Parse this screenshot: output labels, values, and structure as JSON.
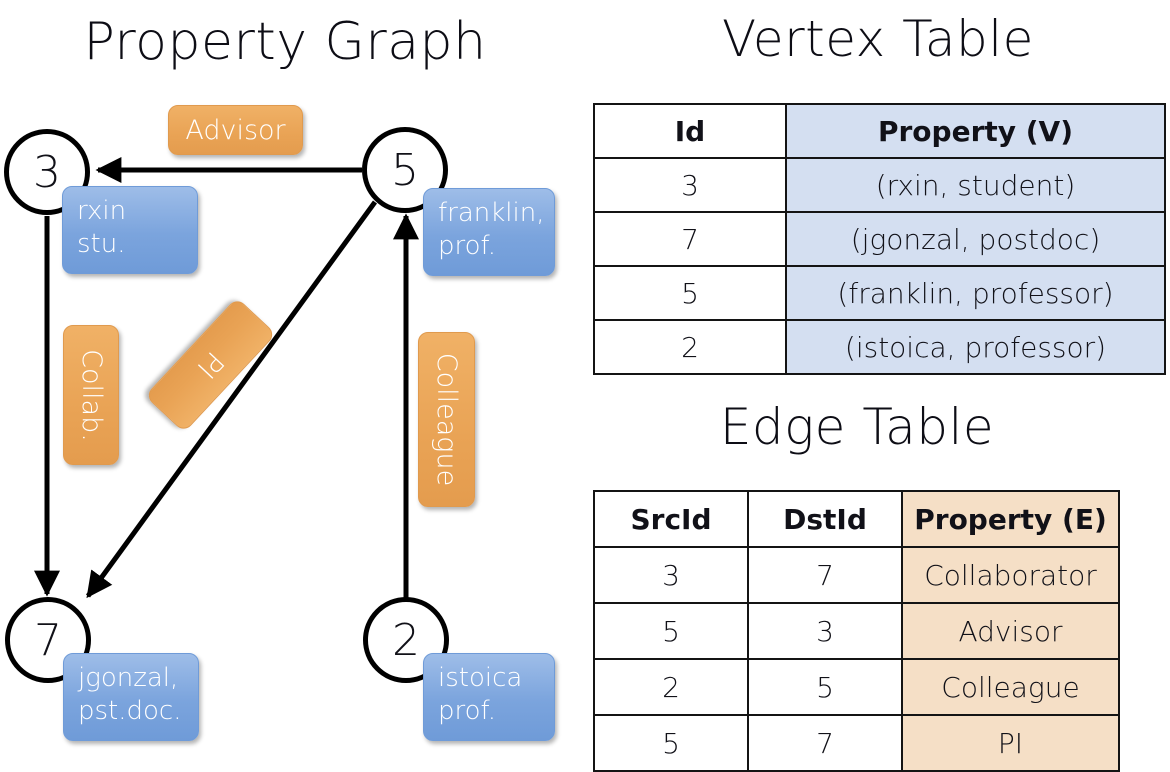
{
  "titles": {
    "property_graph": "Property Graph",
    "vertex_table": "Vertex Table",
    "edge_table": "Edge Table"
  },
  "colors": {
    "vertex_property_fill": "#d4dff1",
    "edge_property_fill": "#f5dfc6",
    "node_property_box": "#7ba4dd",
    "edge_label_box": "#e9a355",
    "stroke": "#000000"
  },
  "graph": {
    "nodes": [
      {
        "id": "3",
        "property_label": "rxin\nstu.",
        "property_line1": "rxin",
        "property_line2": "stu."
      },
      {
        "id": "5",
        "property_label": "franklin,\nprof.",
        "property_line1": "franklin,",
        "property_line2": "prof."
      },
      {
        "id": "7",
        "property_label": "jgonzal,\npst.doc.",
        "property_line1": "jgonzal,",
        "property_line2": "pst.doc."
      },
      {
        "id": "2",
        "property_label": "istoica\nprof.",
        "property_line1": "istoica",
        "property_line2": "prof."
      }
    ],
    "edge_labels": {
      "advisor": "Advisor",
      "collab": "Collab.",
      "pi": "PI",
      "colleague": "Colleague"
    },
    "edges": [
      {
        "from": "5",
        "to": "3",
        "label": "Advisor"
      },
      {
        "from": "3",
        "to": "7",
        "label": "Collab."
      },
      {
        "from": "5",
        "to": "7",
        "label": "PI"
      },
      {
        "from": "2",
        "to": "5",
        "label": "Colleague"
      }
    ]
  },
  "vertex_table": {
    "headers": {
      "id": "Id",
      "property": "Property (V)"
    },
    "rows": [
      {
        "id": "3",
        "property": "(rxin, student)"
      },
      {
        "id": "7",
        "property": "(jgonzal, postdoc)"
      },
      {
        "id": "5",
        "property": "(franklin, professor)"
      },
      {
        "id": "2",
        "property": "(istoica, professor)"
      }
    ]
  },
  "edge_table": {
    "headers": {
      "src": "SrcId",
      "dst": "DstId",
      "property": "Property (E)"
    },
    "rows": [
      {
        "src": "3",
        "dst": "7",
        "property": "Collaborator"
      },
      {
        "src": "5",
        "dst": "3",
        "property": "Advisor"
      },
      {
        "src": "2",
        "dst": "5",
        "property": "Colleague"
      },
      {
        "src": "5",
        "dst": "7",
        "property": "PI"
      }
    ]
  }
}
